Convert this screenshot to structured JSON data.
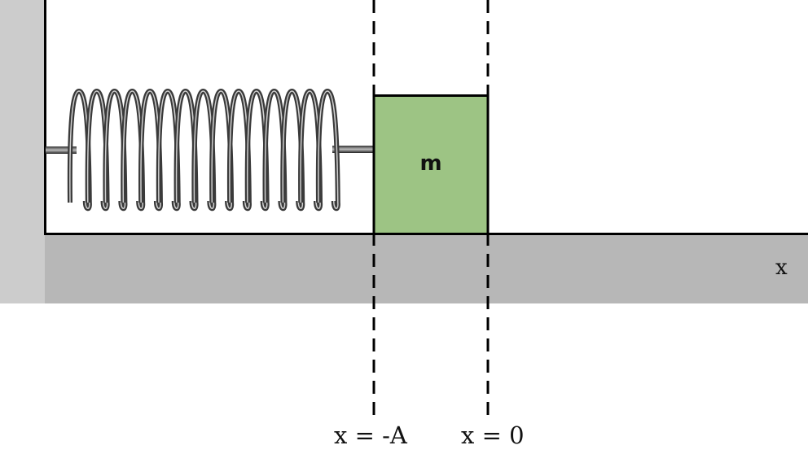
{
  "diagram": {
    "mass_label": "m",
    "axis_label": "x",
    "markers": [
      {
        "label": "x = -A"
      },
      {
        "label": "x = 0"
      }
    ],
    "spring_coils": 15,
    "colors": {
      "wall": "#cccccc",
      "floor": "#b7b7b7",
      "block": "#9dc484",
      "line": "#000000"
    }
  }
}
